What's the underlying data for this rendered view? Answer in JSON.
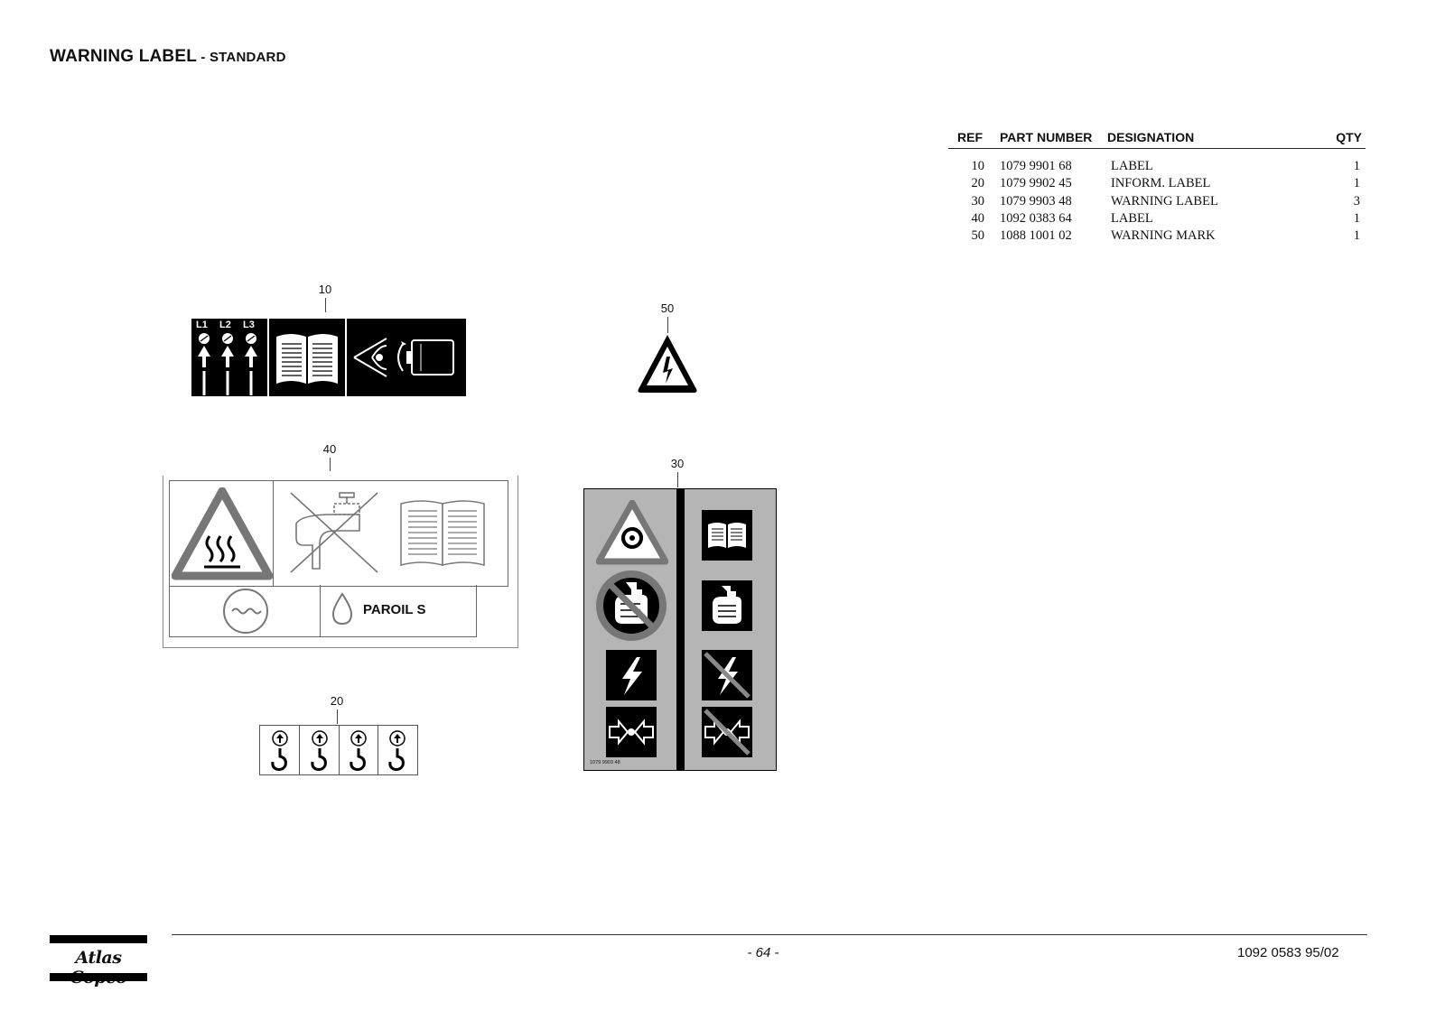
{
  "header": {
    "title_main": "WARNING LABEL",
    "title_sub": " - STANDARD"
  },
  "parts_table": {
    "columns": [
      "REF",
      "PART NUMBER",
      "DESIGNATION",
      "QTY"
    ],
    "rows": [
      [
        "10",
        "1079 9901 68",
        "LABEL",
        "1"
      ],
      [
        "20",
        "1079 9902 45",
        "INFORM. LABEL",
        "1"
      ],
      [
        "30",
        "1079 9903 48",
        "WARNING LABEL",
        "3"
      ],
      [
        "40",
        "1092 0383 64",
        "LABEL",
        "1"
      ],
      [
        "50",
        "1088 1001 02",
        "WARNING MARK",
        "1"
      ]
    ]
  },
  "callouts": {
    "c10": "10",
    "c20": "20",
    "c30": "30",
    "c40": "40",
    "c50": "50"
  },
  "label10": {
    "phases": [
      "L1",
      "L2",
      "L3"
    ]
  },
  "label40": {
    "oil_name": "PAROIL S"
  },
  "label30": {
    "code": "1079 9903 48"
  },
  "footer": {
    "page": "- 64 -",
    "doc_number": "1092 0583 95/02",
    "brand": "Atlas Copco"
  },
  "icons": [
    "open-book-icon",
    "eye-motor-icon",
    "lightning-warning-icon",
    "hot-surface-warning-icon",
    "no-water-tap-icon",
    "water-icon",
    "oil-drop-icon",
    "lifting-hook-icon",
    "rotating-parts-warning-icon",
    "no-hand-maintenance-icon",
    "hand-maintenance-icon",
    "electric-shock-icon",
    "pressure-icon"
  ]
}
